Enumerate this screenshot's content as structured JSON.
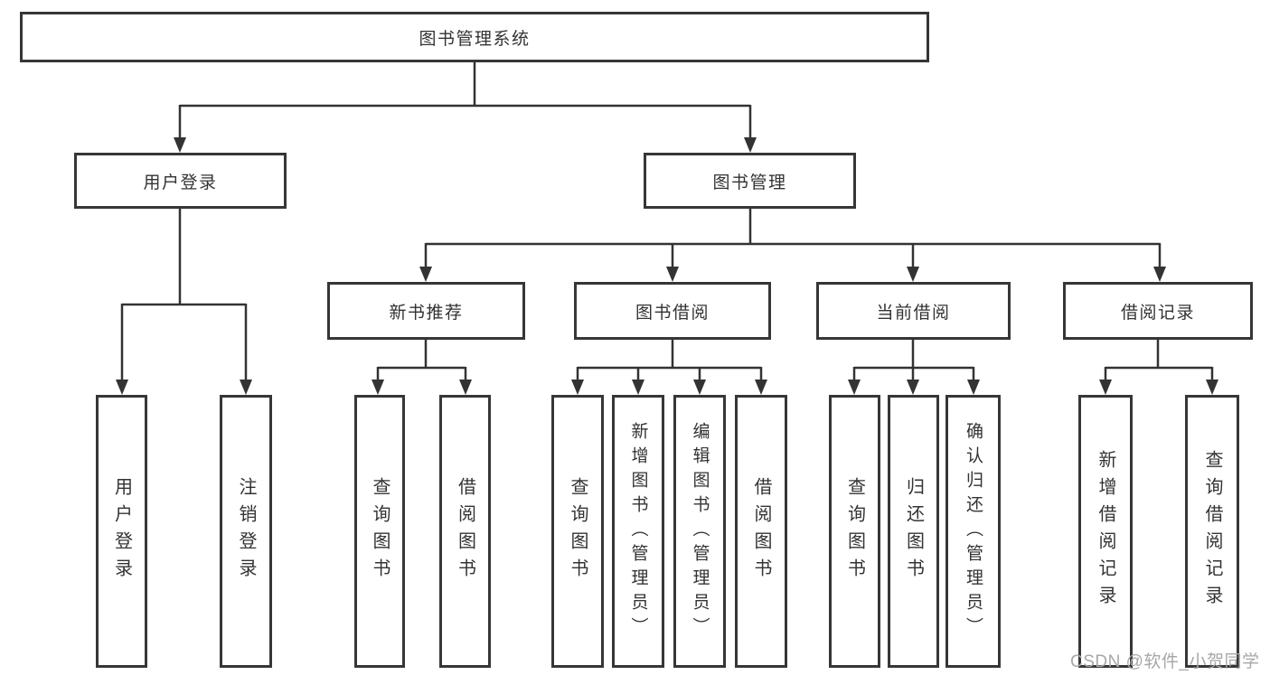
{
  "watermark": "CSDN @软件_小贺同学",
  "root": {
    "label": "图书管理系统",
    "children": [
      {
        "label": "用户登录",
        "children": [
          {
            "label": "用户登录"
          },
          {
            "label": "注销登录"
          }
        ]
      },
      {
        "label": "图书管理",
        "children": [
          {
            "label": "新书推荐",
            "children": [
              {
                "label": "查询图书"
              },
              {
                "label": "借阅图书"
              }
            ]
          },
          {
            "label": "图书借阅",
            "children": [
              {
                "label": "查询图书"
              },
              {
                "label": "新增图书（管理员）"
              },
              {
                "label": "编辑图书（管理员）"
              },
              {
                "label": "借阅图书"
              }
            ]
          },
          {
            "label": "当前借阅",
            "children": [
              {
                "label": "查询图书"
              },
              {
                "label": "归还图书"
              },
              {
                "label": "确认归还（管理员）"
              }
            ]
          },
          {
            "label": "借阅记录",
            "children": [
              {
                "label": "新增借阅记录"
              },
              {
                "label": "查询借阅记录"
              }
            ]
          }
        ]
      }
    ]
  }
}
